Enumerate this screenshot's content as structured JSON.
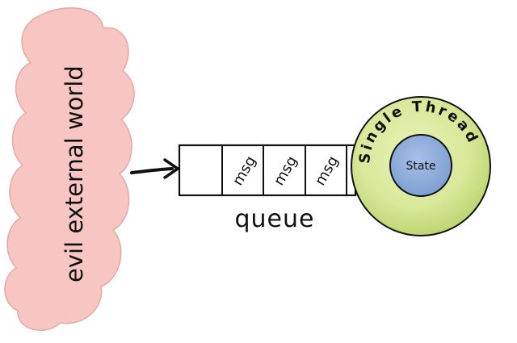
{
  "cloud": {
    "label": "evil external world"
  },
  "queue": {
    "label": "queue",
    "messages": [
      "msg",
      "msg",
      "msg"
    ]
  },
  "thread": {
    "label": "Single Thread",
    "state_label": "State"
  },
  "colors": {
    "cloud_fill": "#f7c6c3",
    "thread_ring": "#d9e89a",
    "thread_ring_shadow": "#b9d16a",
    "state_fill": "#8faedc",
    "ink": "#111111"
  }
}
